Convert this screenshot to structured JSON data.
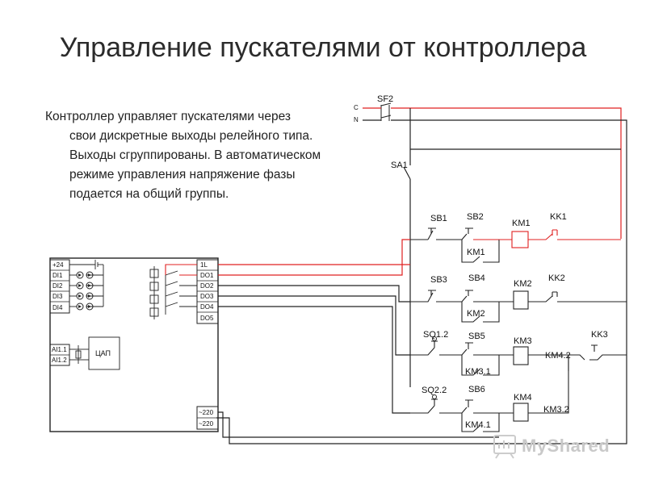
{
  "slide": {
    "title": "Управление пускателями от контроллера",
    "body_line1": "Контроллер управляет пускателями через",
    "body_rest": "свои дискретные выходы релейного типа. Выходы сгруппированы. В автоматическом режиме управления напряжение фазы подается на общий группы."
  },
  "colors": {
    "phase_wire": "#e02020",
    "neutral_wire": "#222222",
    "component": "#222222"
  },
  "controller": {
    "inputs": [
      "+24",
      "DI1",
      "DI2",
      "DI3",
      "DI4"
    ],
    "analog_inputs": [
      "AI1.1",
      "AI1.2"
    ],
    "dac_label": "ЦАП",
    "outputs": [
      "1L",
      "DO1",
      "DO2",
      "DO3",
      "DO4",
      "DO5"
    ],
    "power_terminals": [
      "~220",
      "~220"
    ]
  },
  "supply": {
    "breaker": "SF2",
    "terminal_c": "C",
    "terminal_n": "N",
    "mode_switch": "SA1"
  },
  "rungs": [
    {
      "stop": "SB1",
      "start": "SB2",
      "hold": "KM1",
      "coil": "KM1",
      "thermal": "KK1"
    },
    {
      "stop": "SB3",
      "start": "SB4",
      "hold": "KM2",
      "coil": "KM2",
      "thermal": "KK2"
    },
    {
      "stop": "SQ1.2",
      "start": "SB5",
      "hold": "KM3.1",
      "coil": "KM3",
      "interlock": "KM4.2",
      "thermal": "KK3"
    },
    {
      "stop": "SQ2.2",
      "start": "SB6",
      "hold": "KM4.1",
      "coil": "KM4",
      "interlock": "KM3.2"
    }
  ],
  "watermark": {
    "text": "MyShared",
    "icon": "myshared-logo-icon"
  }
}
